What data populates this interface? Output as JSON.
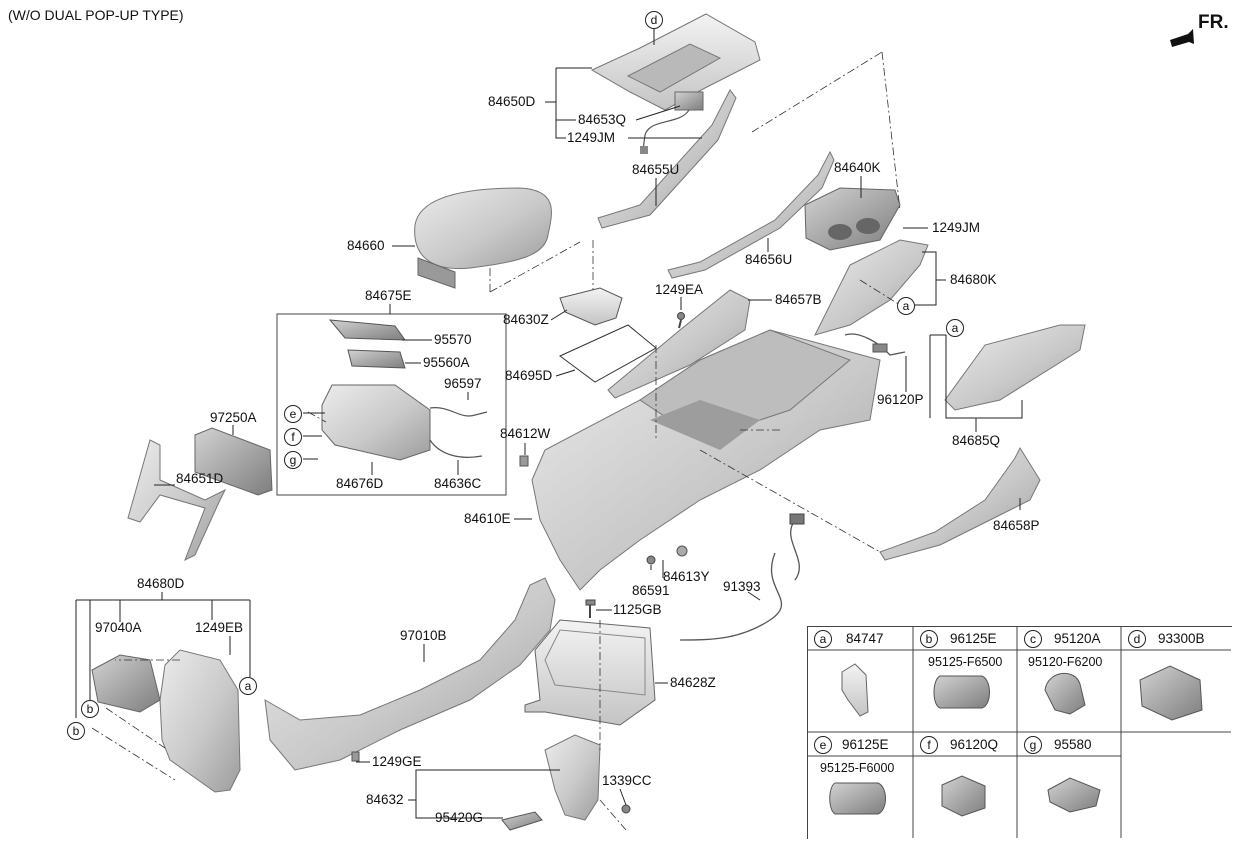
{
  "header": {
    "type_note": "(W/O DUAL POP-UP TYPE)",
    "front_label": "FR."
  },
  "labels": {
    "p84650D": "84650D",
    "p84653Q": "84653Q",
    "p1249JM_top": "1249JM",
    "p84655U": "84655U",
    "p84640K": "84640K",
    "p1249JM_right": "1249JM",
    "p84660": "84660",
    "p84656U": "84656U",
    "p84680K": "84680K",
    "p1249EA": "1249EA",
    "p84657B": "84657B",
    "p84675E": "84675E",
    "p84630Z": "84630Z",
    "p95570": "95570",
    "p95560A": "95560A",
    "p84695D": "84695D",
    "p96597": "96597",
    "p96120P": "96120P",
    "p84685Q": "84685Q",
    "p97250A": "97250A",
    "p84612W": "84612W",
    "p84651D": "84651D",
    "p84676D": "84676D",
    "p84636C": "84636C",
    "p84658P": "84658P",
    "p84610E": "84610E",
    "p84680D": "84680D",
    "p86591": "86591",
    "p84613Y": "84613Y",
    "p91393": "91393",
    "p97040A": "97040A",
    "p1249EB": "1249EB",
    "p97010B": "97010B",
    "p1125GB": "1125GB",
    "p84628Z": "84628Z",
    "p1249GE": "1249GE",
    "p1339CC": "1339CC",
    "p84632": "84632",
    "p95420G": "95420G"
  },
  "callouts": {
    "d_top": "d",
    "a_right": "a",
    "a_panel": "a",
    "e": "e",
    "f": "f",
    "g": "g",
    "a_left": "a",
    "b_upper": "b",
    "b_lower": "b"
  },
  "legend": [
    {
      "letter": "a",
      "part": "84747",
      "sub": ""
    },
    {
      "letter": "b",
      "part": "96125E",
      "sub": "95125-F6500"
    },
    {
      "letter": "c",
      "part": "95120A",
      "sub": "95120-F6200"
    },
    {
      "letter": "d",
      "part": "93300B",
      "sub": ""
    },
    {
      "letter": "e",
      "part": "96125E",
      "sub": "95125-F6000"
    },
    {
      "letter": "f",
      "part": "96120Q",
      "sub": ""
    },
    {
      "letter": "g",
      "part": "95580",
      "sub": ""
    }
  ]
}
